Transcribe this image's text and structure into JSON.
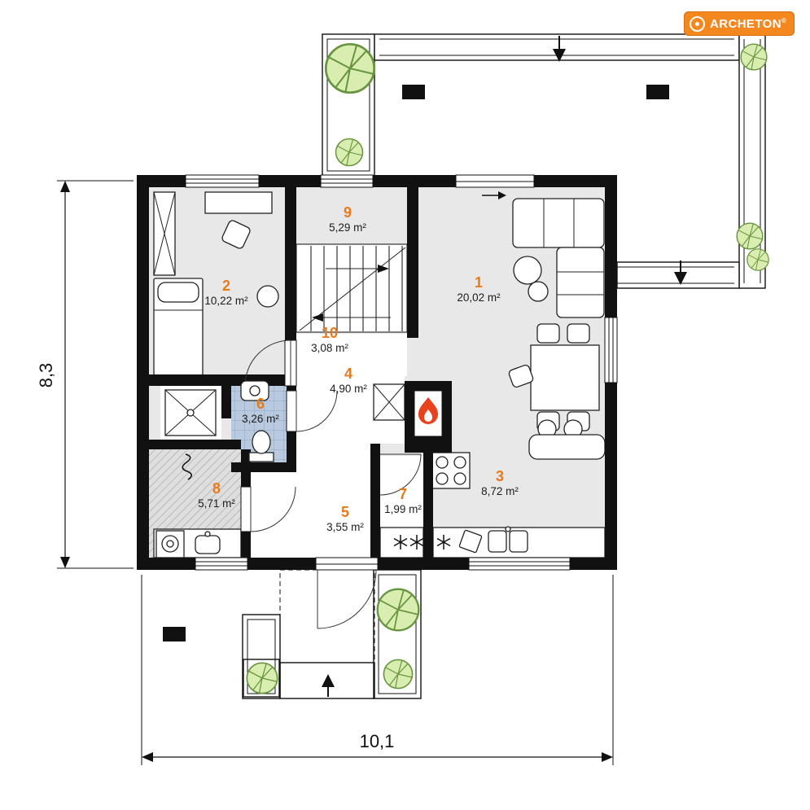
{
  "logo": {
    "text": "ARCHETON",
    "reg": "®"
  },
  "dimensions": {
    "vertical": "8,3",
    "horizontal": "10,1"
  },
  "rooms": [
    {
      "number": "1",
      "area": "20,02 m²"
    },
    {
      "number": "2",
      "area": "10,22 m²"
    },
    {
      "number": "3",
      "area": "8,72 m²"
    },
    {
      "number": "4",
      "area": "4,90 m²"
    },
    {
      "number": "5",
      "area": "3,55 m²"
    },
    {
      "number": "6",
      "area": "3,26 m²"
    },
    {
      "number": "7",
      "area": "1,99 m²"
    },
    {
      "number": "8",
      "area": "5,71 m²"
    },
    {
      "number": "9",
      "area": "5,29 m²"
    },
    {
      "number": "10",
      "area": "3,08 m²"
    }
  ],
  "colors": {
    "accent": "#e87a1a",
    "logo_bg": "#f5871f",
    "room_fill": "#e8e8e8",
    "bath_tile": "#b9cade",
    "tree_fill": "#d9edb0",
    "flame": "#e8431c"
  }
}
